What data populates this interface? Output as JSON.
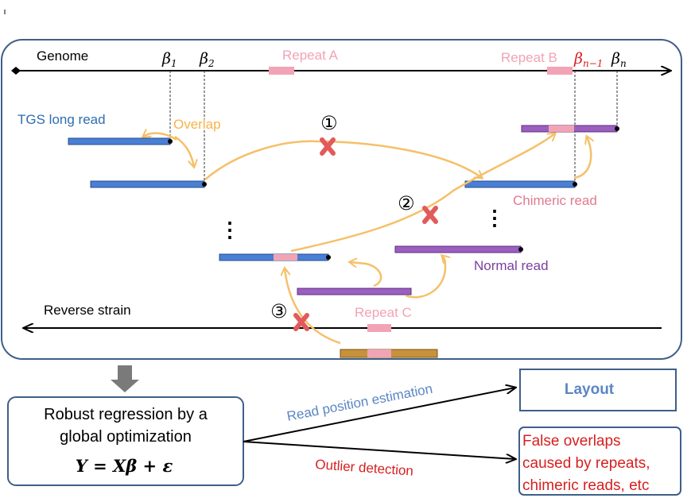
{
  "diagram": {
    "genome_label": "Genome",
    "beta_1": "β",
    "beta_1_sub": "1",
    "beta_2": "β",
    "beta_2_sub": "2",
    "beta_n1": "β",
    "beta_n1_sub": "n−1",
    "beta_n": "β",
    "beta_n_sub": "n",
    "repeat_a": "Repeat A",
    "repeat_b": "Repeat B",
    "repeat_c": "Repeat C",
    "tgs_long_read": "TGS long read",
    "overlap": "Overlap",
    "chimeric_read": "Chimeric read",
    "normal_read": "Normal read",
    "reverse_strain": "Reverse strain",
    "marker_1": "①",
    "marker_2": "②",
    "marker_3": "③",
    "ellipsis": "⋮"
  },
  "regression": {
    "line1": "Robust regression by a",
    "line2": "global optimization",
    "equation": "Y = Xβ + ε"
  },
  "arrows": {
    "read_position_estimation": "Read position estimation",
    "outlier_detection": "Outlier detection"
  },
  "outputs": {
    "layout": "Layout",
    "false_overlaps_1": "False overlaps",
    "false_overlaps_2": "caused by repeats,",
    "false_overlaps_3": "chimeric reads, etc"
  },
  "colors": {
    "blue_read": "#4a7fd6",
    "purple_read": "#9b5fc0",
    "brown_read": "#c8923a",
    "repeat_pink": "#f2a3b5",
    "orange_arrow": "#f5c06a",
    "cross_red": "#e25a5a",
    "label_blue": "#2f6db0",
    "label_pink": "#e07a90",
    "label_purple": "#7a3fa0",
    "label_red": "#d6201f",
    "panel_border": "#3f5f86",
    "layout_blue": "#5b86c4"
  }
}
